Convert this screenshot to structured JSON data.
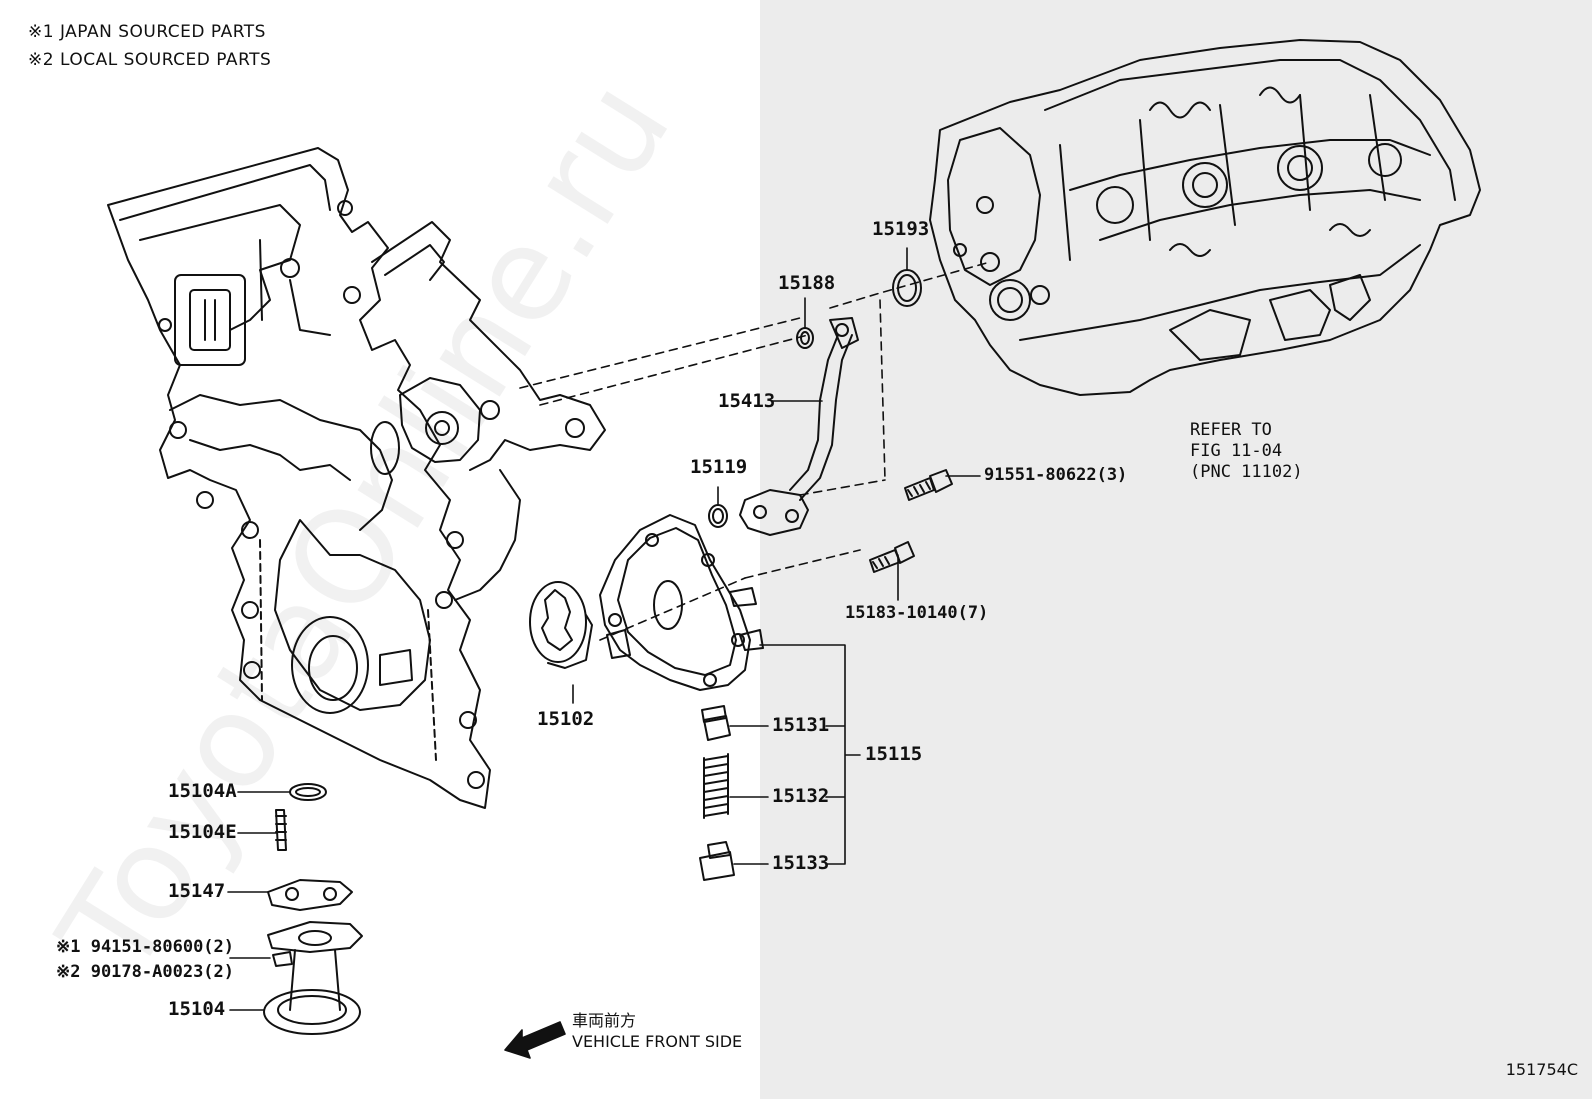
{
  "legend": {
    "note1": "※1 JAPAN SOURCED PARTS",
    "note2": "※2 LOCAL SOURCED PARTS"
  },
  "parts": {
    "p15193": "15193",
    "p15188": "15188",
    "p15413": "15413",
    "p15119": "15119",
    "p91551": "91551-80622(3)",
    "p15183": "15183-10140(7)",
    "p15102": "15102",
    "p15131": "15131",
    "p15132": "15132",
    "p15133": "15133",
    "p15115": "15115",
    "p15104A": "15104A",
    "p15104E": "15104E",
    "p15147": "15147",
    "p94151": "※1 94151-80600(2)",
    "p90178": "※2 90178-A0023(2)",
    "p15104": "15104"
  },
  "refer": {
    "line1": "REFER TO",
    "line2": "FIG 11-04",
    "line3": "(PNC 11102)"
  },
  "front": {
    "jp": "車両前方",
    "en": "VEHICLE FRONT SIDE"
  },
  "figure_id": "151754C",
  "watermark": "ToyotaOnline.ru"
}
